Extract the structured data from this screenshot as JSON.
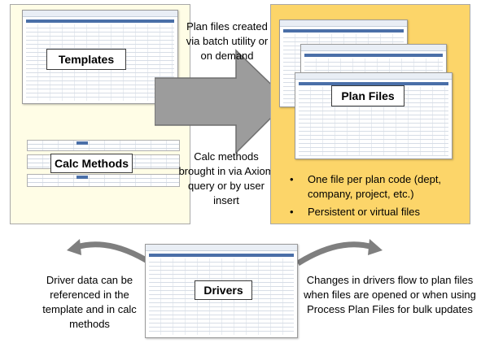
{
  "left_panel": {
    "templates_label": "Templates",
    "calc_methods_label": "Calc Methods"
  },
  "right_panel": {
    "plan_files_label": "Plan Files",
    "bullets": [
      "One file per plan code (dept, company, project, etc.)",
      "Persistent or virtual files"
    ]
  },
  "arrow_top_text": "Plan files created via batch utility or on demand",
  "arrow_bottom_text": "Calc methods brought in via Axiom query or by user insert",
  "drivers_label": "Drivers",
  "left_caption": "Driver data can be referenced in the template and in calc methods",
  "right_caption": "Changes in drivers flow to plan files when files are opened or when using Process Plan Files for bulk updates",
  "colors": {
    "left_panel_fill": "#fffde6",
    "right_panel_fill": "#fcd569",
    "arrow_fill": "#9c9c9c",
    "sheet_header": "#4a6fa8"
  }
}
